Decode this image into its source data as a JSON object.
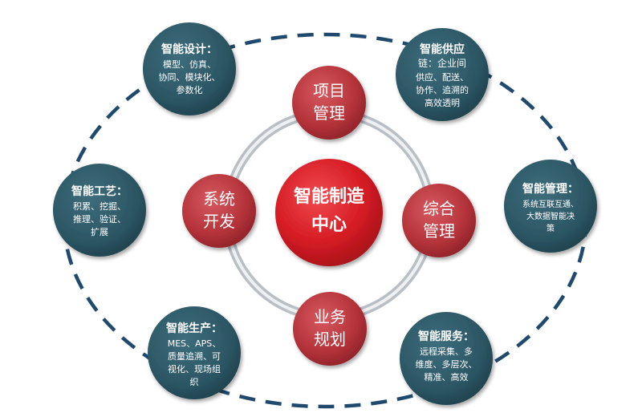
{
  "center": {
    "line1": "智能制造",
    "line2": "中心"
  },
  "inner_nodes": [
    {
      "id": "project",
      "line1": "项目",
      "line2": "管理"
    },
    {
      "id": "system",
      "line1": "系统",
      "line2": "开发"
    },
    {
      "id": "integrated",
      "line1": "综合",
      "line2": "管理"
    },
    {
      "id": "business",
      "line1": "业务",
      "line2": "规划"
    }
  ],
  "outer_nodes": [
    {
      "id": "smart-design",
      "lines": [
        "智能设计：",
        "模型、仿真、",
        "协同、模块化、",
        "参数化"
      ]
    },
    {
      "id": "smart-supply",
      "lines": [
        "智能供应",
        "链：企业间",
        "供应、配送、",
        "协作、追溯的",
        "高效透明"
      ]
    },
    {
      "id": "smart-process",
      "lines": [
        "智能工艺：",
        "积累、挖掘、",
        "推理、验证、",
        "扩展"
      ]
    },
    {
      "id": "smart-management",
      "lines": [
        "智能管理：",
        "系统互联互通、",
        "大数据智能决",
        "策"
      ]
    },
    {
      "id": "smart-production",
      "lines": [
        "智能生产：",
        "MES、APS、",
        "质量追溯、可",
        "视化、现场组",
        "织"
      ]
    },
    {
      "id": "smart-service",
      "lines": [
        "智能服务：",
        "远程采集、多",
        "维度、多层次、",
        "精准、高效"
      ]
    }
  ],
  "colors": {
    "inner_red": "#b5333a",
    "center_red": "#d61c24",
    "teal": "#2c5664",
    "dash": "#1f4a6e",
    "ring": "#c4c9ce"
  }
}
